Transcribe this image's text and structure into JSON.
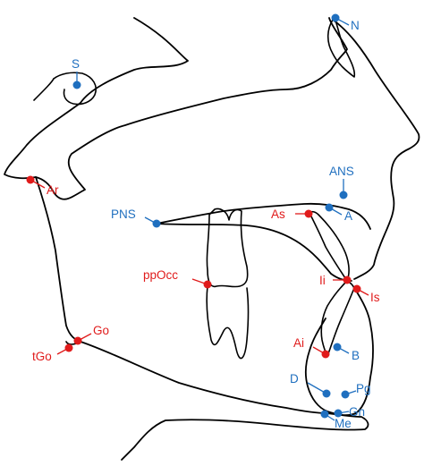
{
  "colors": {
    "blue_landmark": "#1f6fbf",
    "red_landmark": "#e01b1b",
    "outline": "#000000",
    "background": "#ffffff"
  },
  "landmarks": [
    {
      "id": "S",
      "label": "S",
      "color": "blue"
    },
    {
      "id": "N",
      "label": "N",
      "color": "blue"
    },
    {
      "id": "Ar",
      "label": "Ar",
      "color": "red"
    },
    {
      "id": "ANS",
      "label": "ANS",
      "color": "blue"
    },
    {
      "id": "A",
      "label": "A",
      "color": "blue"
    },
    {
      "id": "PNS",
      "label": "PNS",
      "color": "blue"
    },
    {
      "id": "As",
      "label": "As",
      "color": "red"
    },
    {
      "id": "ppOcc",
      "label": "ppOcc",
      "color": "red"
    },
    {
      "id": "Ii",
      "label": "Ii",
      "color": "red"
    },
    {
      "id": "Is",
      "label": "Is",
      "color": "red"
    },
    {
      "id": "Go",
      "label": "Go",
      "color": "red"
    },
    {
      "id": "tGo",
      "label": "tGo",
      "color": "red"
    },
    {
      "id": "Ai",
      "label": "Ai",
      "color": "red"
    },
    {
      "id": "B",
      "label": "B",
      "color": "blue"
    },
    {
      "id": "D",
      "label": "D",
      "color": "blue"
    },
    {
      "id": "Pg",
      "label": "Pg",
      "color": "blue"
    },
    {
      "id": "Gn",
      "label": "Gn",
      "color": "blue"
    },
    {
      "id": "Me",
      "label": "Me",
      "color": "blue"
    }
  ]
}
